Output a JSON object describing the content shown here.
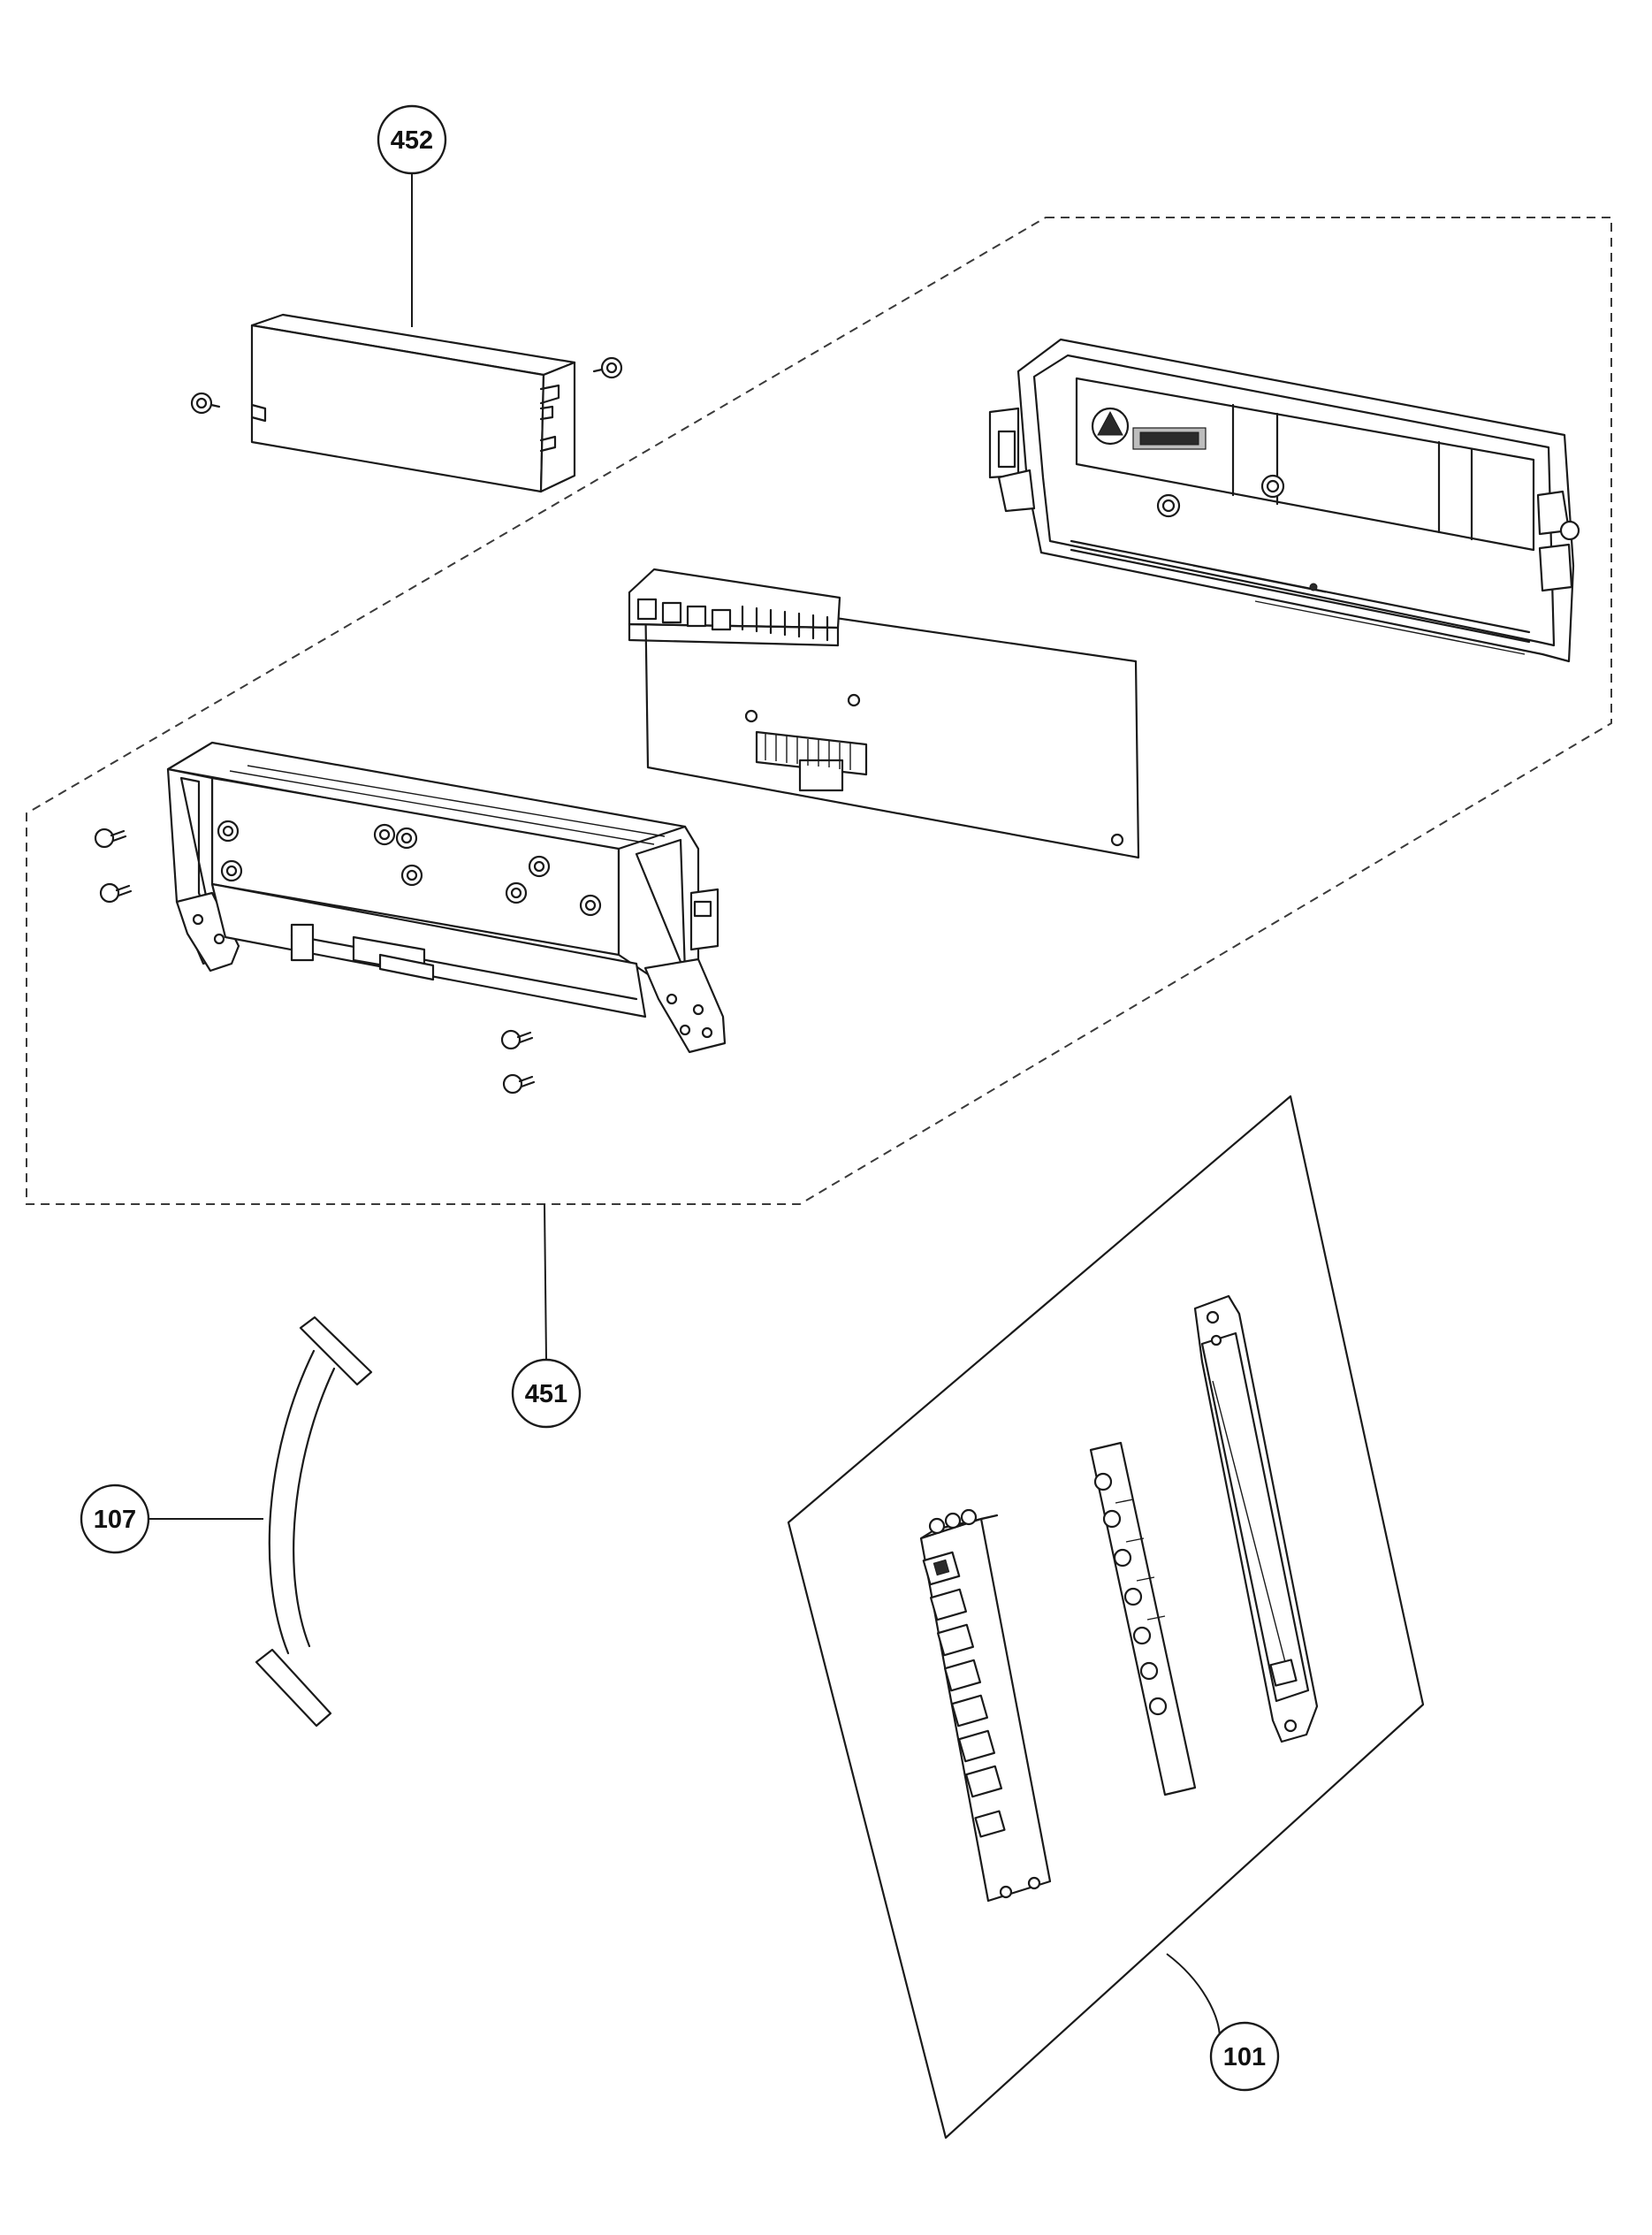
{
  "callouts": [
    {
      "id": "452",
      "label": "452"
    },
    {
      "id": "451",
      "label": "451"
    },
    {
      "id": "107",
      "label": "107"
    },
    {
      "id": "101",
      "label": "101"
    }
  ],
  "icons": {
    "screw": "screw-icon",
    "cover_logo": "brand-logo-mark"
  }
}
